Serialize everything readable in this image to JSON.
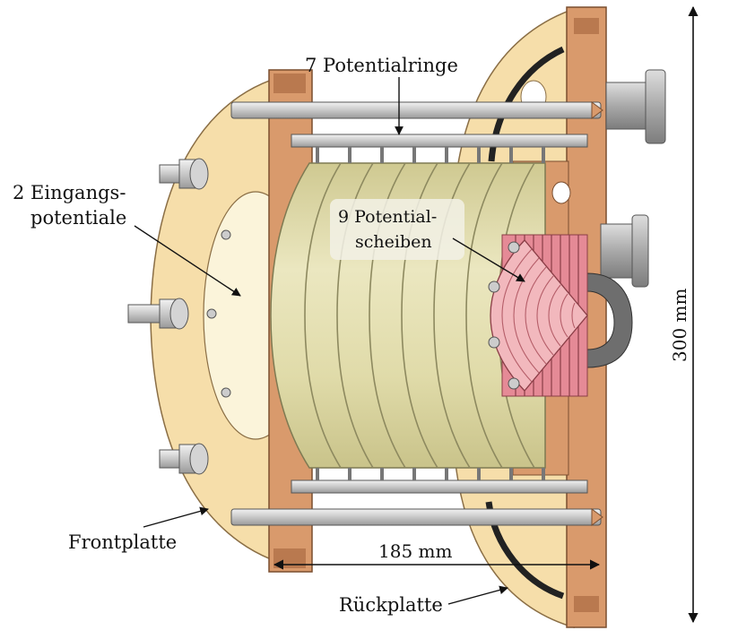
{
  "labels": {
    "potential_rings": "7 Potentialringe",
    "input_potentials_line1": "2 Eingangs-",
    "input_potentials_line2": "potentiale",
    "potential_discs_line1": "9 Potential-",
    "potential_discs_line2": "scheiben",
    "front_plate": "Frontplatte",
    "back_plate": "Rückplatte"
  },
  "dimensions": {
    "height": "300 mm",
    "length": "185 mm"
  },
  "colors": {
    "plate_cream": "#f6deaa",
    "plate_edge": "#d9b783",
    "copper": "#d99a6c",
    "copper_dark": "#b9794f",
    "cylinder": "#e2ddb0",
    "cylinder_edge": "#9e9a70",
    "rod": "#dcdcdc",
    "pink": "#e58a96",
    "pink_light": "#f2b8bd",
    "steel": "#b8b8b8",
    "dark_gray": "#555555"
  }
}
